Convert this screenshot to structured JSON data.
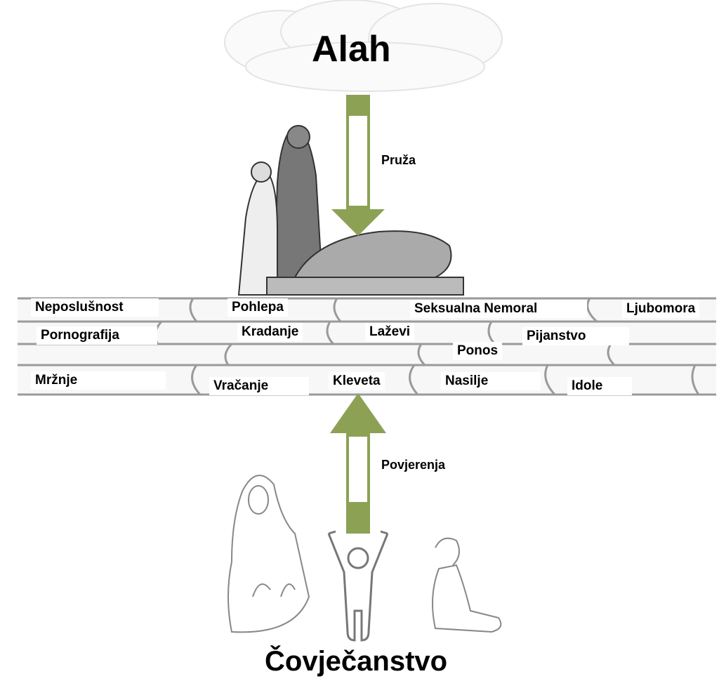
{
  "top_label": "Alah",
  "bottom_label": "Čovječanstvo",
  "down_arrow_label": "Pruža",
  "up_arrow_label": "Povjerenja",
  "colors": {
    "arrow_green": "#8da155",
    "wall_lines": "#9a9a9a"
  },
  "sins": [
    "Neposlušnost",
    "Pohlepa",
    "Seksualna Nemoral",
    "Ljubomora",
    "Pornografija",
    "Kradanje",
    "Laževi",
    "Pijanstvo",
    "Ponos",
    "Mržnje",
    "Vračanje",
    "Kleveta",
    "Nasilje",
    "Idole"
  ]
}
